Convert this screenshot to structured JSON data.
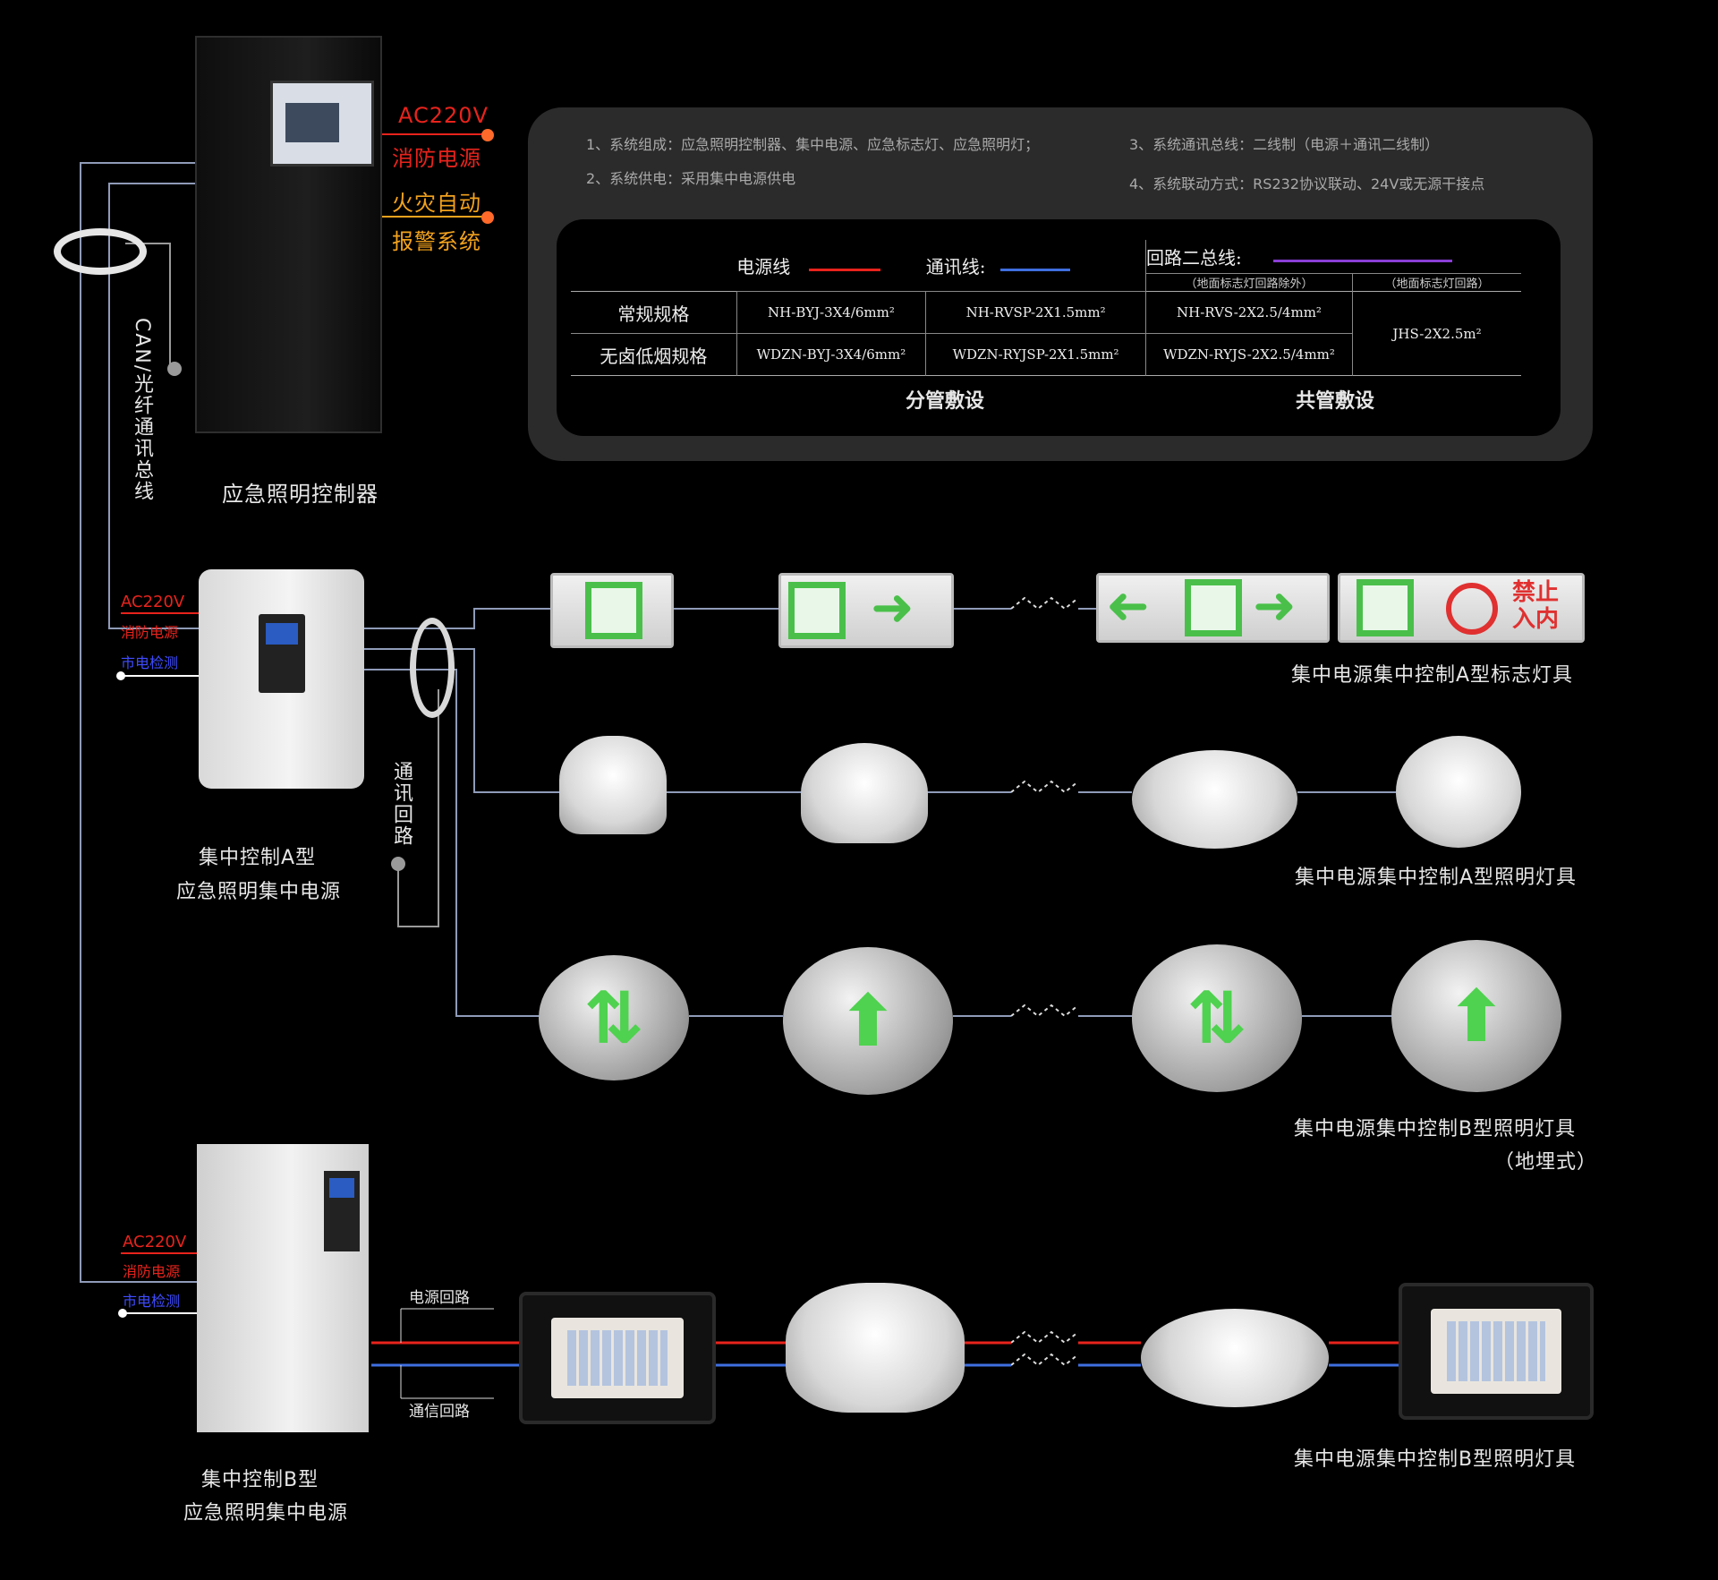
{
  "controller": {
    "caption": "应急照明控制器",
    "ac_label": "AC220V",
    "fire_power_label": "消防电源",
    "fire_alarm_line1": "火灾自动",
    "fire_alarm_line2": "报警系统",
    "bus_label": "CAN/光纤通讯总线"
  },
  "notes": {
    "n1": "1、系统组成：应急照明控制器、集中电源、应急标志灯、应急照明灯；",
    "n2": "2、系统供电：采用集中电源供电",
    "n3": "3、系统通讯总线：二线制（电源＋通讯二线制）",
    "n4": "4、系统联动方式：RS232协议联动、24V或无源干接点"
  },
  "spec_table": {
    "power_line": "电源线",
    "comm_line": "通讯线:",
    "loop_bus": "回路二总线:",
    "loop_sub1": "（地面标志灯回路除外）",
    "loop_sub2": "（地面标志灯回路）",
    "rows": [
      {
        "name": "常规规格",
        "power": "NH-BYJ-3X4/6mm²",
        "comm": "NH-RVSP-2X1.5mm²",
        "loop": "NH-RVS-2X2.5/4mm²"
      },
      {
        "name": "无卤低烟规格",
        "power": "WDZN-BYJ-3X4/6mm²",
        "comm": "WDZN-RYJSP-2X1.5mm²",
        "loop": "WDZN-RYJS-2X2.5/4mm²"
      }
    ],
    "floor_loop": "JHS-2X2.5m²",
    "footer_separate": "分管敷设",
    "footer_shared": "共管敷设",
    "colors": {
      "power": "#e8231c",
      "comm": "#3f6fe0",
      "loop": "#8a3fd6"
    }
  },
  "psu_a": {
    "ac_label": "AC220V",
    "fire_power_label": "消防电源",
    "mains_label": "市电检测",
    "caption_line1": "集中控制A型",
    "caption_line2": "应急照明集中电源",
    "comm_loop_label": "通讯回路"
  },
  "psu_b": {
    "ac_label": "AC220V",
    "fire_power_label": "消防电源",
    "mains_label": "市电检测",
    "caption_line1": "集中控制B型",
    "caption_line2": "应急照明集中电源",
    "power_loop_label": "电源回路",
    "comm_loop_label": "通信回路"
  },
  "rows": {
    "sign_caption": "集中电源集中控制A型标志灯具",
    "light_caption": "集中电源集中控制A型照明灯具",
    "floor_caption_line1": "集中电源集中控制B型照明灯具",
    "floor_caption_line2": "（地埋式）",
    "b_caption": "集中电源集中控制B型照明灯具",
    "no_entry_line1": "禁止",
    "no_entry_line2": "入内"
  }
}
